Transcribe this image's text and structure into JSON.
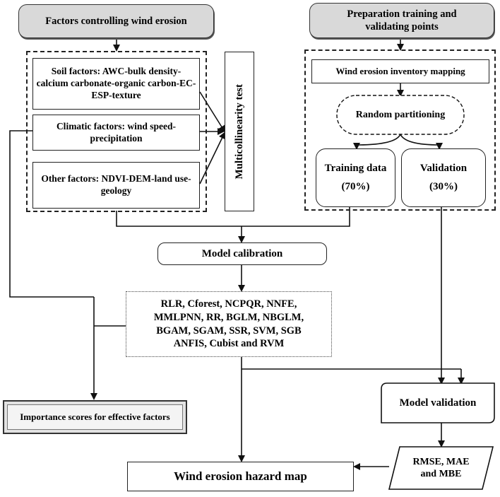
{
  "left_header": "Factors controlling wind erosion",
  "right_header": "Preparation training and validating points",
  "soil_factors": "Soil factors: AWC-bulk density-calcium carbonate-organic carbon-EC-ESP-texture",
  "climatic_factors": "Climatic factors: wind speed-precipitation",
  "other_factors": "Other factors: NDVI-DEM-land use-geology",
  "multicollinearity": "Multicollinearity test",
  "inventory_mapping": "Wind erosion inventory mapping",
  "random_partitioning": "Random partitioning",
  "training_data": "Training data",
  "training_pct": "(70%)",
  "validation": "Validation",
  "validation_pct": "(30%)",
  "model_calibration": "Model calibration",
  "models_line1": "RLR, Cforest, NCPQR, NNFE,",
  "models_line2": "MMLPNN, RR, BGLM, NBGLM,",
  "models_line3": "BGAM, SGAM, SSR, SVM, SGB",
  "models_line4": "ANFIS, Cubist and RVM",
  "importance_scores": "Importance scores for effective factors",
  "model_validation": "Model validation",
  "metrics_line1": "RMSE, MAE",
  "metrics_line2": "and MBE",
  "hazard_map": "Wind erosion hazard map"
}
